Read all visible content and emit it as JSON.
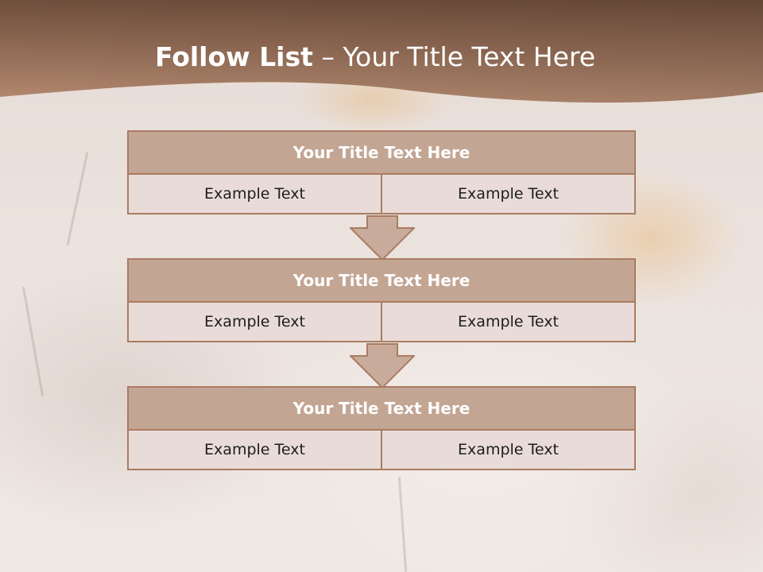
{
  "slide": {
    "title_bold": "Follow List",
    "title_rest": " – Your Title Text Here"
  },
  "steps": [
    {
      "title": "Your Title Text Here",
      "left": "Example Text",
      "right": "Example Text"
    },
    {
      "title": "Your Title Text Here",
      "left": "Example Text",
      "right": "Example Text"
    },
    {
      "title": "Your Title Text Here",
      "left": "Example Text",
      "right": "Example Text"
    }
  ],
  "colors": {
    "header_top": "#6f4e3c",
    "header_bottom": "#b58a70",
    "box_title_bg": "#c3a593",
    "box_border": "#a97c62",
    "cell_bg": "#e9dcd8",
    "arrow_fill": "#c8ab9a"
  },
  "icons": [
    "down-arrow-icon"
  ]
}
